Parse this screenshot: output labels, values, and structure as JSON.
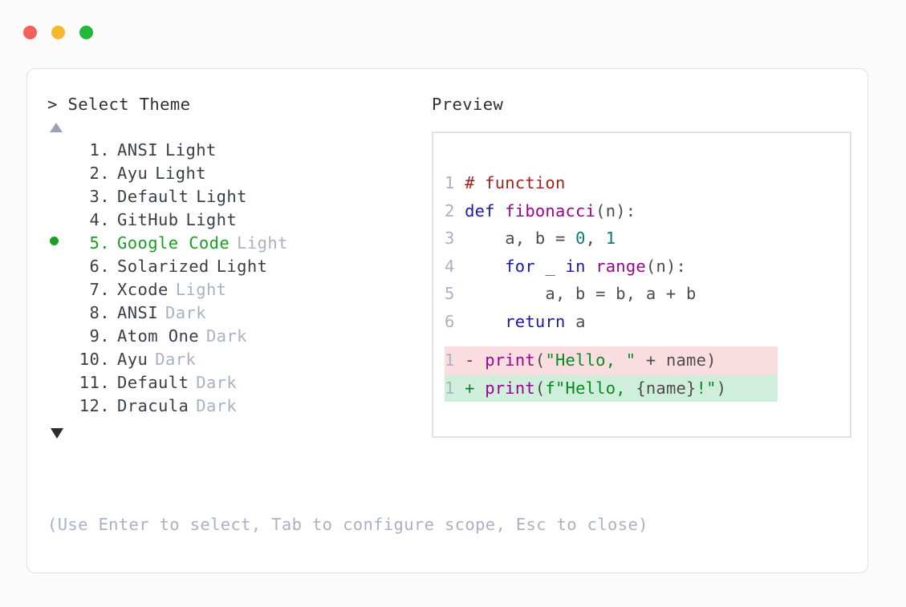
{
  "window": {
    "dots": [
      {
        "name": "close",
        "color": "#f4615c"
      },
      {
        "name": "minimize",
        "color": "#f7b92c"
      },
      {
        "name": "maximize",
        "color": "#22b739"
      }
    ]
  },
  "selector": {
    "prompt": "> Select Theme",
    "scroll_up_icon": "triangle-up-icon",
    "scroll_down_icon": "triangle-down-icon",
    "selected_index": 5,
    "selected_bullet": "●",
    "accent_color": "#1a9e26",
    "dim_color": "#a9b2c3",
    "items": [
      {
        "index": "1.",
        "name": "ANSI",
        "variant": "Light",
        "variant_dim": false,
        "selected": false
      },
      {
        "index": "2.",
        "name": "Ayu",
        "variant": "Light",
        "variant_dim": false,
        "selected": false
      },
      {
        "index": "3.",
        "name": "Default",
        "variant": "Light",
        "variant_dim": false,
        "selected": false
      },
      {
        "index": "4.",
        "name": "GitHub",
        "variant": "Light",
        "variant_dim": false,
        "selected": false
      },
      {
        "index": "5.",
        "name": "Google Code",
        "variant": "Light",
        "variant_dim": true,
        "selected": true
      },
      {
        "index": "6.",
        "name": "Solarized",
        "variant": "Light",
        "variant_dim": false,
        "selected": false
      },
      {
        "index": "7.",
        "name": "Xcode",
        "variant": "Light",
        "variant_dim": true,
        "selected": false
      },
      {
        "index": "8.",
        "name": "ANSI",
        "variant": "Dark",
        "variant_dim": true,
        "selected": false
      },
      {
        "index": "9.",
        "name": "Atom One",
        "variant": "Dark",
        "variant_dim": true,
        "selected": false
      },
      {
        "index": "10.",
        "name": "Ayu",
        "variant": "Dark",
        "variant_dim": true,
        "selected": false
      },
      {
        "index": "11.",
        "name": "Default",
        "variant": "Dark",
        "variant_dim": true,
        "selected": false
      },
      {
        "index": "12.",
        "name": "Dracula",
        "variant": "Dark",
        "variant_dim": true,
        "selected": false
      }
    ]
  },
  "hint": "(Use Enter to select, Tab to configure scope, Esc to close)",
  "preview": {
    "label": "Preview",
    "code_lines": [
      {
        "gutter": "1",
        "tokens": [
          {
            "t": "# function",
            "c": "comment"
          }
        ]
      },
      {
        "gutter": "2",
        "tokens": [
          {
            "t": "def ",
            "c": "keyword"
          },
          {
            "t": "fibonacci",
            "c": "func"
          },
          {
            "t": "(n):",
            "c": "plain"
          }
        ]
      },
      {
        "gutter": "3",
        "tokens": [
          {
            "t": "    a, b = ",
            "c": "plain"
          },
          {
            "t": "0",
            "c": "number"
          },
          {
            "t": ", ",
            "c": "plain"
          },
          {
            "t": "1",
            "c": "number"
          }
        ]
      },
      {
        "gutter": "4",
        "tokens": [
          {
            "t": "    ",
            "c": "plain"
          },
          {
            "t": "for",
            "c": "keyword"
          },
          {
            "t": " _ ",
            "c": "plain"
          },
          {
            "t": "in",
            "c": "keyword"
          },
          {
            "t": " ",
            "c": "plain"
          },
          {
            "t": "range",
            "c": "func"
          },
          {
            "t": "(n):",
            "c": "plain"
          }
        ]
      },
      {
        "gutter": "5",
        "tokens": [
          {
            "t": "        a, b = b, a + b",
            "c": "plain"
          }
        ]
      },
      {
        "gutter": "6",
        "tokens": [
          {
            "t": "    ",
            "c": "plain"
          },
          {
            "t": "return",
            "c": "keyword"
          },
          {
            "t": " a",
            "c": "plain"
          }
        ]
      }
    ],
    "diff_lines": [
      {
        "gutter": "1",
        "marker": "-",
        "kind": "removed",
        "tokens": [
          {
            "t": "print",
            "c": "func"
          },
          {
            "t": "(",
            "c": "plain"
          },
          {
            "t": "\"Hello, \"",
            "c": "string"
          },
          {
            "t": " + name)",
            "c": "plain"
          }
        ]
      },
      {
        "gutter": "1",
        "marker": "+",
        "kind": "added",
        "tokens": [
          {
            "t": "print",
            "c": "func"
          },
          {
            "t": "(",
            "c": "plain"
          },
          {
            "t": "f\"Hello, ",
            "c": "string"
          },
          {
            "t": "{name}",
            "c": "plain"
          },
          {
            "t": "!\"",
            "c": "string"
          },
          {
            "t": ")",
            "c": "plain"
          }
        ]
      }
    ],
    "syntax_colors": {
      "plain": "#4d4d4d",
      "comment": "#9c2520",
      "keyword": "#1a1aa6",
      "func": "#99068e",
      "number": "#0b7a75",
      "string": "#078c20",
      "gutter": "#a9b2c3",
      "diff_removed_bg": "#fadde0",
      "diff_added_bg": "#cfeedc"
    }
  }
}
